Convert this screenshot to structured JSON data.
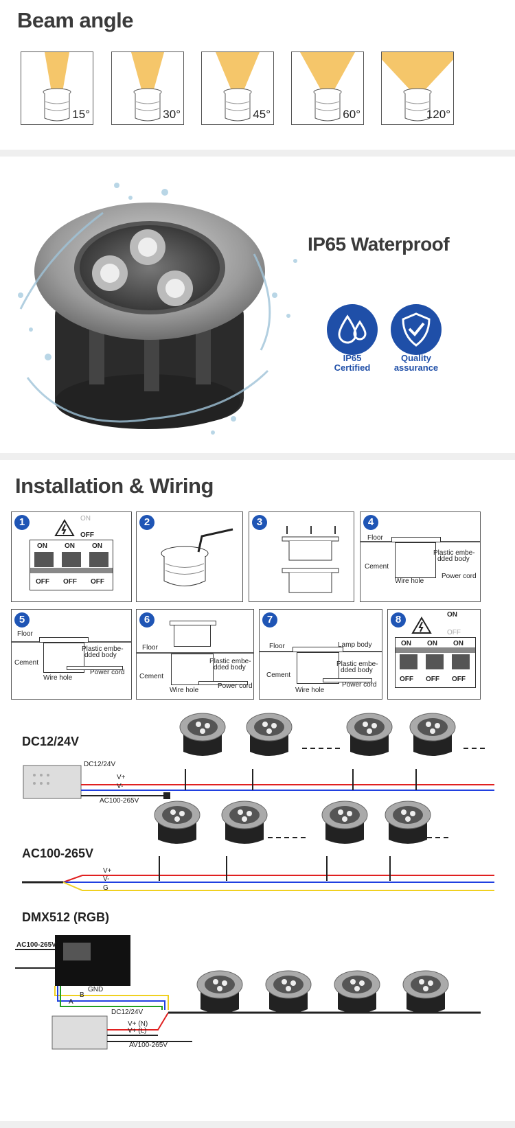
{
  "beam": {
    "title": "Beam angle",
    "angles": [
      "15°",
      "30°",
      "45°",
      "60°",
      "120°"
    ]
  },
  "waterproof": {
    "title": "IP65 Waterproof",
    "badges": [
      {
        "icon": "water-drops-icon",
        "line1": "IP65",
        "line2": "Certified"
      },
      {
        "icon": "shield-check-icon",
        "line1": "Quality",
        "line2": "assurance"
      }
    ]
  },
  "install": {
    "title": "Installation & Wiring",
    "steps": [
      "1",
      "2",
      "3",
      "4",
      "5",
      "6",
      "7",
      "8"
    ],
    "switch": {
      "on": "ON",
      "off": "OFF"
    },
    "labels": {
      "floor": "Floor",
      "cement": "Cement",
      "wire_hole": "Wire hole",
      "power_cord": "Power cord",
      "plastic1": "Plastic embe-",
      "plastic2": "dded body",
      "lamp_body": "Lamp body"
    }
  },
  "wiring": {
    "dc": {
      "title": "DC12/24V",
      "psu": "DC12/24V",
      "vplus": "V+",
      "vminus": "V-",
      "ac": "AC100-265V"
    },
    "ac": {
      "title": "AC100-265V",
      "vplus": "V+",
      "vminus": "V-",
      "g": "G"
    },
    "dmx": {
      "title": "DMX512  (RGB)",
      "ac": "AC100-265V",
      "gnd": "GND",
      "b": "B",
      "a": "A",
      "psu": "DC12/24V",
      "vn": "V+ (N)",
      "vl": "V+ (L)",
      "av": "AV100-265V"
    }
  },
  "colors": {
    "blue": "#1f4fa8",
    "beam": "#f5c66a"
  }
}
